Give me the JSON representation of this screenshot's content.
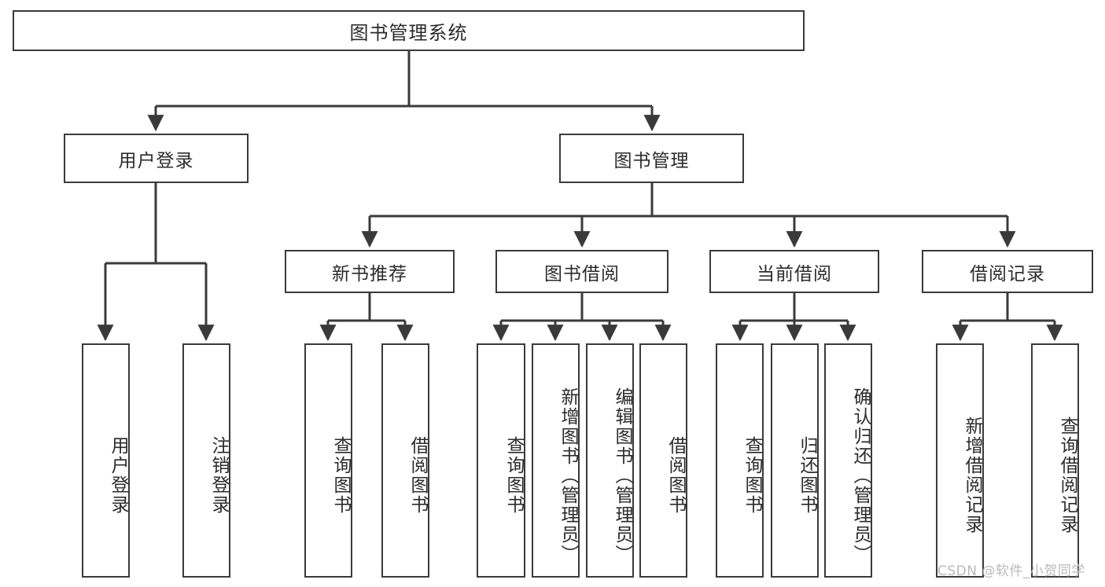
{
  "diagram": {
    "title": "图书管理系统",
    "type": "tree",
    "watermark": "CSDN @软件_小贺同学",
    "colors": {
      "box_border": "#3a3a3a",
      "box_fill": "#ffffff",
      "edge": "#3a3a3a",
      "text": "#2b2b2b",
      "watermark": "#b9b9b9",
      "background": "#ffffff"
    },
    "root": {
      "label": "图书管理系统"
    },
    "level2": [
      {
        "label": "用户登录"
      },
      {
        "label": "图书管理"
      }
    ],
    "level3": [
      {
        "label": "新书推荐"
      },
      {
        "label": "图书借阅"
      },
      {
        "label": "当前借阅"
      },
      {
        "label": "借阅记录"
      }
    ],
    "leaves": {
      "user_login": [
        {
          "label": "用户登录"
        },
        {
          "label": "注销登录"
        }
      ],
      "new_book": [
        {
          "label": "查询图书"
        },
        {
          "label": "借阅图书"
        }
      ],
      "book_borrow": [
        {
          "label": "查询图书"
        },
        {
          "label": "新增图书（管理员）"
        },
        {
          "label": "编辑图书（管理员）"
        },
        {
          "label": "借阅图书"
        }
      ],
      "current_borrow": [
        {
          "label": "查询图书"
        },
        {
          "label": "归还图书"
        },
        {
          "label": "确认归还（管理员）"
        }
      ],
      "borrow_record": [
        {
          "label": "新增借阅记录"
        },
        {
          "label": "查询借阅记录"
        }
      ]
    }
  }
}
